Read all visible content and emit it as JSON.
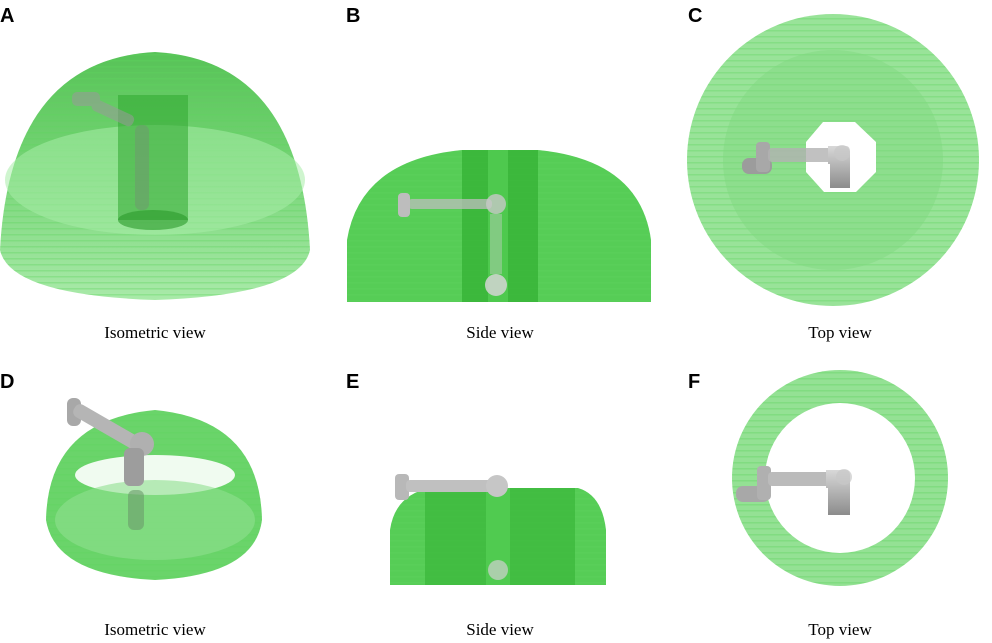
{
  "panels": [
    {
      "letter": "A",
      "caption": "Isometric view"
    },
    {
      "letter": "B",
      "caption": "Side view"
    },
    {
      "letter": "C",
      "caption": "Top view"
    },
    {
      "letter": "D",
      "caption": "Isometric view"
    },
    {
      "letter": "E",
      "caption": "Side view"
    },
    {
      "letter": "F",
      "caption": "Top view"
    }
  ],
  "colors": {
    "volume_light": "#7fe07f",
    "volume_mid": "#4fcf4f",
    "volume_dark": "#2aa52a",
    "robot": "#b5b5b5",
    "robot_dark": "#7a7a7a"
  }
}
